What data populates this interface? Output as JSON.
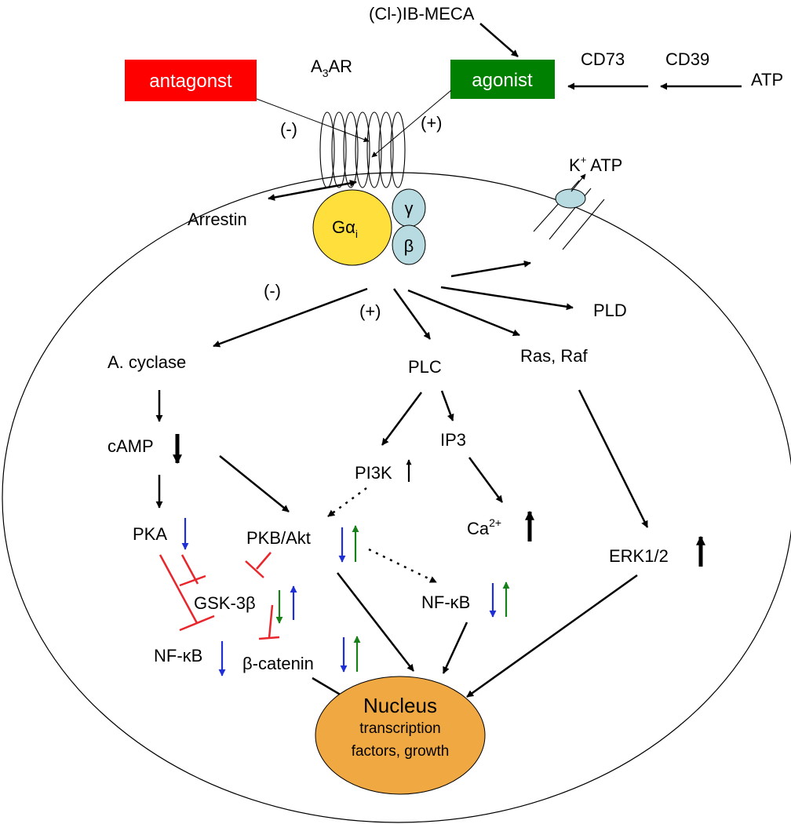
{
  "colors": {
    "antagonist": "#ff0000",
    "agonist": "#008000",
    "g_alpha": "#ffdf3b",
    "g_beta_gamma": "#b7dbe0",
    "k_channel": "#b7dbe0",
    "nucleus": "#f0a842",
    "inhibition": "#e8262b",
    "arrow_down": "#1f2fd6",
    "arrow_up": "#188018"
  },
  "top": {
    "cl_ib_meca": "(Cl-)IB-MECA",
    "antagonist": "antagonst",
    "agonist": "agonist",
    "receptor_main": "A",
    "receptor_sub": "3",
    "receptor_suffix": "AR",
    "cd73": "CD73",
    "cd39": "CD39",
    "atp": "ATP",
    "minus_sign": "(-)",
    "plus_sign": "(+)"
  },
  "membrane": {
    "arrestin": "Arrestin",
    "g_alpha_main": "Gα",
    "g_alpha_sub": "i",
    "gamma": "γ",
    "beta": "β",
    "k_main": "K",
    "k_sup": "+",
    "k_atp": " ATP"
  },
  "pathway": {
    "minus_sign": "(-)",
    "plus_sign": "(+)",
    "a_cyclase": "A. cyclase",
    "plc": "PLC",
    "ras_raf": "Ras, Raf",
    "pld": "PLD",
    "camp": "cAMP",
    "ip3": "IP3",
    "pi3k": "PI3K",
    "pka": "PKA",
    "pkb_akt": "PKB/Akt",
    "ca_main": "Ca",
    "ca_sup": "2+",
    "erk": "ERK1/2",
    "gsk": "GSK-3β",
    "nfkb_right": "NF-κB",
    "nfkb_left": "NF-κB",
    "beta_catenin": "β-catenin"
  },
  "nucleus": {
    "title": "Nucleus",
    "line1": "transcription",
    "line2": "factors, growth"
  }
}
